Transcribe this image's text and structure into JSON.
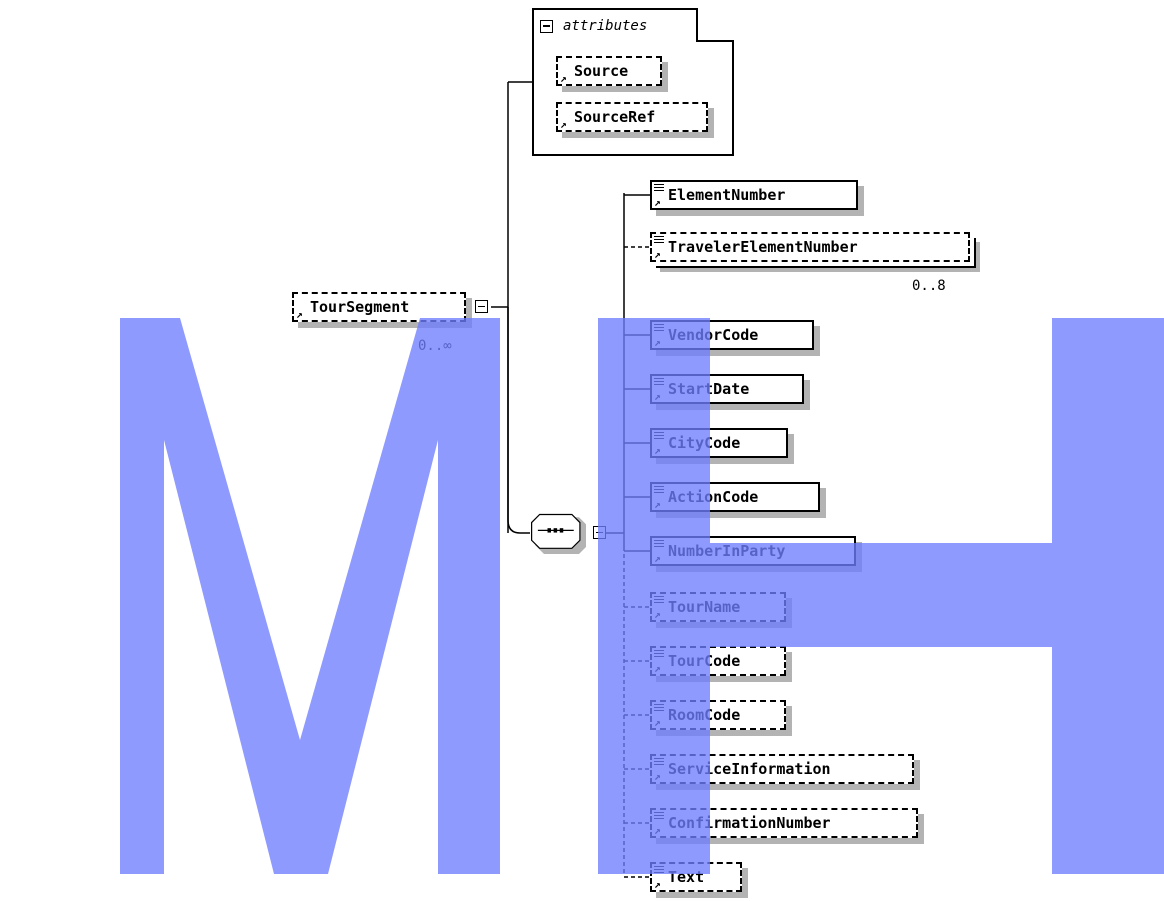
{
  "root": {
    "label": "TourSegment",
    "cardinality": "0..∞"
  },
  "attributes": {
    "title": "attributes",
    "items": [
      {
        "label": "Source",
        "optional": true
      },
      {
        "label": "SourceRef",
        "optional": true
      }
    ]
  },
  "sequence": {
    "kind": "sequence"
  },
  "children": [
    {
      "label": "ElementNumber",
      "optional": false,
      "cardinality": ""
    },
    {
      "label": "TravelerElementNumber",
      "optional": true,
      "cardinality": "0..8"
    },
    {
      "label": "VendorCode",
      "optional": false,
      "cardinality": ""
    },
    {
      "label": "StartDate",
      "optional": false,
      "cardinality": ""
    },
    {
      "label": "CityCode",
      "optional": false,
      "cardinality": ""
    },
    {
      "label": "ActionCode",
      "optional": false,
      "cardinality": ""
    },
    {
      "label": "NumberInParty",
      "optional": false,
      "cardinality": ""
    },
    {
      "label": "TourName",
      "optional": true,
      "cardinality": ""
    },
    {
      "label": "TourCode",
      "optional": true,
      "cardinality": ""
    },
    {
      "label": "RoomCode",
      "optional": true,
      "cardinality": ""
    },
    {
      "label": "ServiceInformation",
      "optional": true,
      "cardinality": ""
    },
    {
      "label": "ConfirmationNumber",
      "optional": true,
      "cardinality": ""
    },
    {
      "label": "Text",
      "optional": true,
      "cardinality": ""
    }
  ],
  "watermark": {
    "text": "MH",
    "color": "#6f7dff"
  }
}
